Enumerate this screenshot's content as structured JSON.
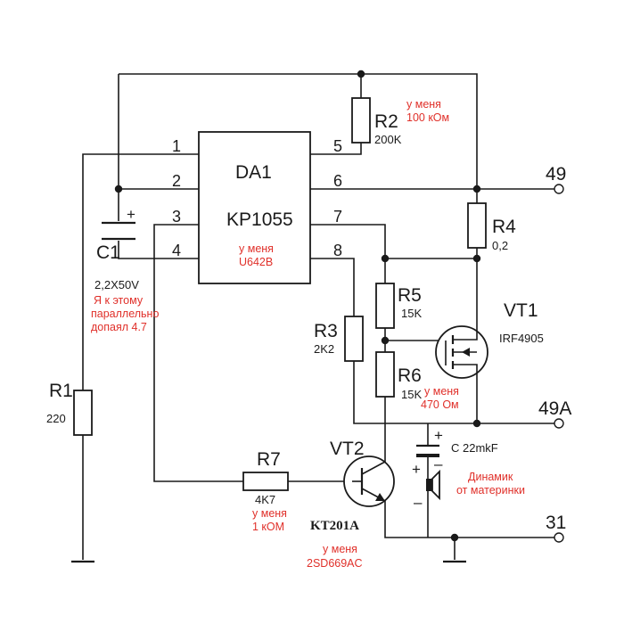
{
  "ic": {
    "ref": "DA1",
    "part": "KP1055",
    "note": [
      "у меня",
      "U642B"
    ],
    "pins": [
      "1",
      "2",
      "3",
      "4",
      "5",
      "6",
      "7",
      "8"
    ]
  },
  "terminals": {
    "t49": "49",
    "t49a": "49A",
    "t31": "31"
  },
  "r1": {
    "ref": "R1",
    "value": "220"
  },
  "r2": {
    "ref": "R2",
    "value": "200K",
    "note": [
      "у меня",
      "100 кОм"
    ]
  },
  "r3": {
    "ref": "R3",
    "value": "2K2"
  },
  "r4": {
    "ref": "R4",
    "value": "0,2"
  },
  "r5": {
    "ref": "R5",
    "value": "15K"
  },
  "r6": {
    "ref": "R6",
    "value": "15K",
    "note": [
      "у меня",
      "470 Ом"
    ]
  },
  "r7": {
    "ref": "R7",
    "value": "4K7",
    "note": [
      "у меня",
      "1 кОМ"
    ]
  },
  "c1": {
    "ref": "C1",
    "value": "2,2X50V",
    "plus": "+",
    "note": [
      "Я к этому",
      "параллельно",
      "допаял 4.7"
    ]
  },
  "c2": {
    "label": "C 22mkF",
    "plus": "+",
    "minus": "–"
  },
  "vt1": {
    "ref": "VT1",
    "part": "IRF4905"
  },
  "vt2": {
    "ref": "VT2",
    "part": "KT201A",
    "note": [
      "у меня",
      "2SD669AC"
    ]
  },
  "speaker": {
    "plus": "+",
    "minus": "–",
    "note": [
      "Динамик",
      "от материнки"
    ]
  },
  "colors": {
    "ink": "#1a1a1a",
    "note": "#e0302a"
  }
}
